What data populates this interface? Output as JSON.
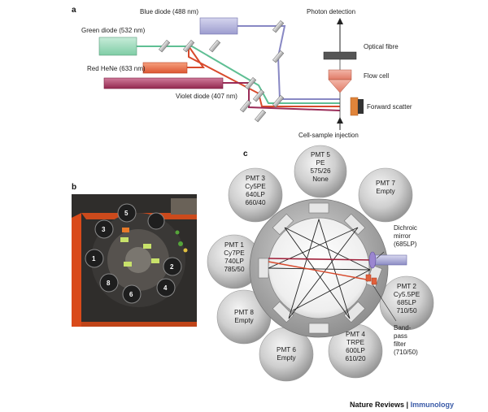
{
  "panels": {
    "a": "a",
    "b": "b",
    "c": "c"
  },
  "panel_a": {
    "labels": {
      "blue_diode": "Blue diode (488 nm)",
      "green_diode": "Green diode (532 nm)",
      "red_hene": "Red HeNe (633 nm)",
      "violet_diode": "Violet diode (407 nm)",
      "photon_detection": "Photon detection",
      "optical_fibre": "Optical fibre",
      "flow_cell": "Flow cell",
      "forward_scatter": "Forward scatter",
      "cell_sample_injection": "Cell-sample injection"
    },
    "colors": {
      "green_laser": "#6cc8a2",
      "red_laser": "#e0603c",
      "violet_laser": "#a8325c",
      "blue_laser": "#8a8ac8"
    }
  },
  "panel_b": {
    "photo_numbers": [
      "5",
      "3",
      "1",
      "8",
      "6",
      "2",
      "4"
    ]
  },
  "panel_c": {
    "pmts": [
      {
        "id": "pmt5",
        "lines": [
          "PMT 5",
          "PE",
          "575/26",
          "None"
        ]
      },
      {
        "id": "pmt3",
        "lines": [
          "PMT 3",
          "Cy5PE",
          "640LP",
          "660/40"
        ]
      },
      {
        "id": "pmt7",
        "lines": [
          "PMT 7",
          "Empty"
        ]
      },
      {
        "id": "pmt1",
        "lines": [
          "PMT 1",
          "Cy7PE",
          "740LP",
          "785/50"
        ]
      },
      {
        "id": "pmt2",
        "lines": [
          "PMT 2",
          "Cy5.5PE",
          "685LP",
          "710/50"
        ]
      },
      {
        "id": "pmt8",
        "lines": [
          "PMT 8",
          "Empty"
        ]
      },
      {
        "id": "pmt6",
        "lines": [
          "PMT 6",
          "Empty"
        ]
      },
      {
        "id": "pmt4",
        "lines": [
          "PMT 4",
          "TRPE",
          "600LP",
          "610/20"
        ]
      }
    ],
    "dichroic_label": [
      "Dichroic",
      "mirror",
      "(685LP)"
    ],
    "bandpass_label": [
      "Band-",
      "pass",
      "filter",
      "(710/50)"
    ]
  },
  "credit": {
    "journal": "Nature Reviews",
    "separator": " | ",
    "section": "Immunology"
  }
}
